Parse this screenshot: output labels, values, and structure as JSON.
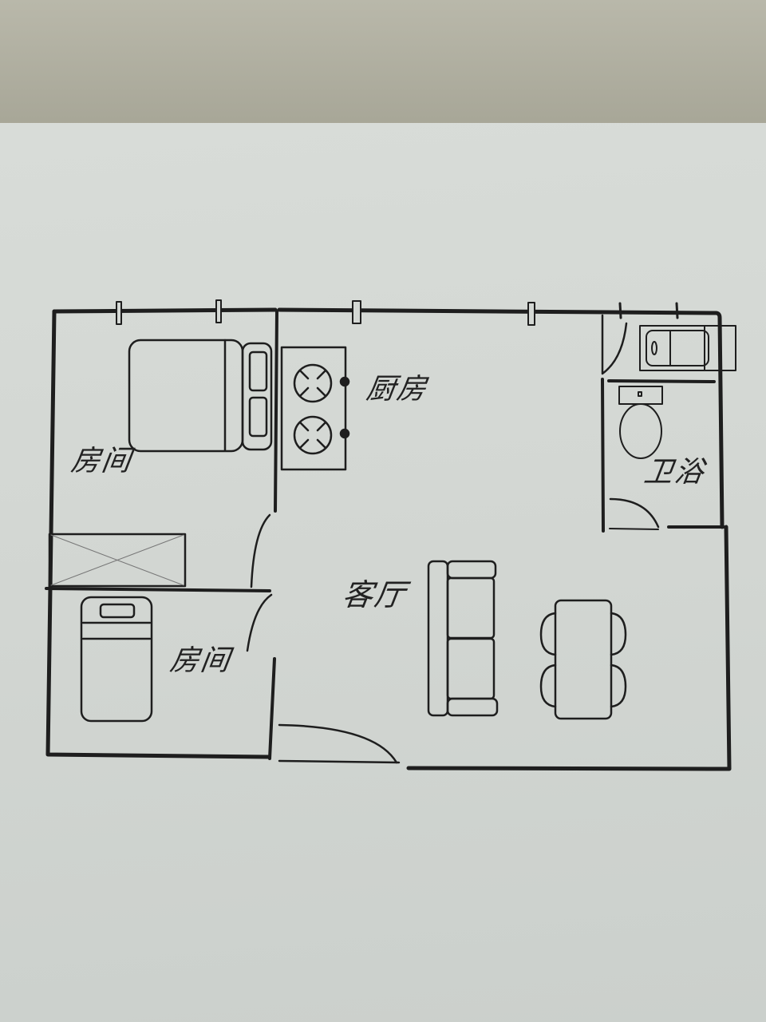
{
  "diagram": {
    "type": "floor-plan",
    "medium": "photo of printed floor plan on paper",
    "colors": {
      "line": "#1e1e1e",
      "paper": "#d4d8d4",
      "background": "#b3b2a4"
    },
    "rooms": [
      {
        "id": "bedroom-1",
        "label": "房间",
        "furniture": [
          "double-bed",
          "wardrobe"
        ]
      },
      {
        "id": "bedroom-2",
        "label": "房间",
        "furniture": [
          "single-bed"
        ]
      },
      {
        "id": "kitchen",
        "label": "厨房",
        "furniture": [
          "two-burner-stove"
        ]
      },
      {
        "id": "living-room",
        "label": "客厅",
        "furniture": [
          "sofa",
          "dining-table",
          "chairs-x4"
        ]
      },
      {
        "id": "bathroom",
        "label": "卫浴",
        "furniture": [
          "bathtub",
          "toilet"
        ]
      }
    ],
    "windows_count": 5,
    "doors_count": 5
  }
}
